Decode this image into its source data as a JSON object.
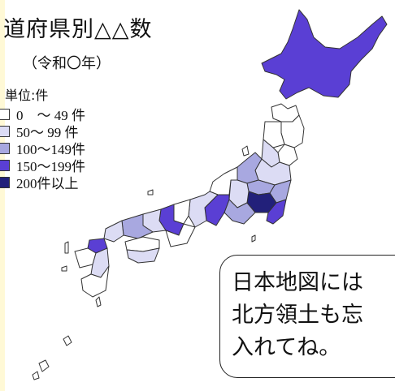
{
  "title": "道府県別△△数",
  "subtitle": "（令和〇年）",
  "legend": {
    "heading": "単位:件",
    "items": [
      {
        "label": "0　～ 49 件",
        "color": "#ffffff"
      },
      {
        "label": "50～ 99 件",
        "color": "#dcdcf4"
      },
      {
        "label": "100～149件",
        "color": "#a8a8e0"
      },
      {
        "label": "150～199件",
        "color": "#5a3fd4"
      },
      {
        "label": "200件以上",
        "color": "#22207a"
      }
    ]
  },
  "callout": {
    "lines": [
      "日本地図には",
      "北方領土も忘",
      "入れてね。"
    ]
  }
}
